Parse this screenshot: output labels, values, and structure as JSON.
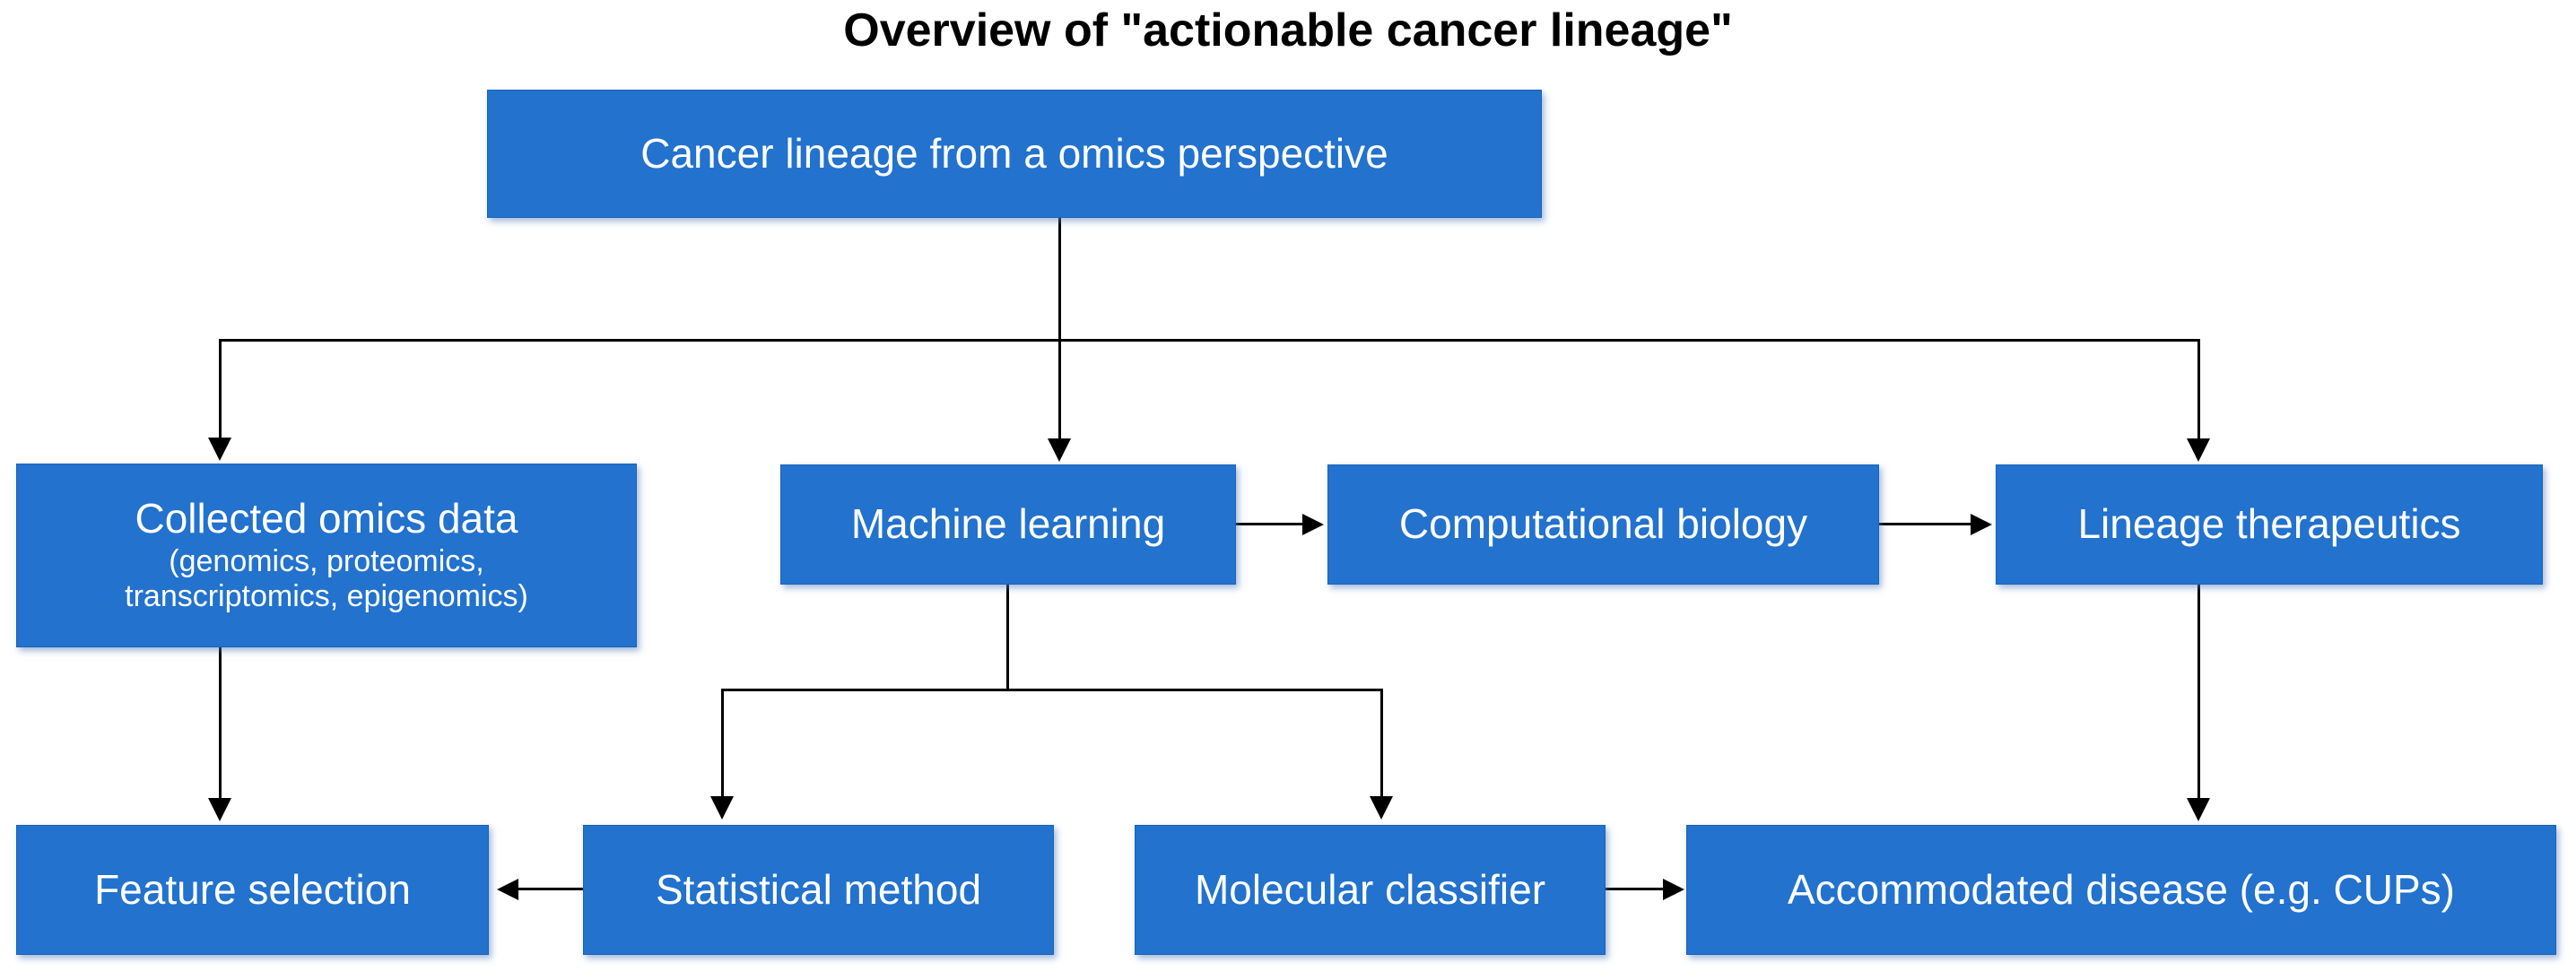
{
  "title": "Overview of \"actionable cancer lineage\"",
  "theme": {
    "node_fill": "#2272ce",
    "node_text": "#ffffff",
    "connector": "#000000",
    "background": "#ffffff",
    "title_color": "#000000"
  },
  "nodes": {
    "root": {
      "label": "Cancer lineage from a omics perspective"
    },
    "omics": {
      "label": "Collected omics data",
      "sub_line_1": "(genomics, proteomics,",
      "sub_line_2": "transcriptomics, epigenomics)"
    },
    "machine_learning": {
      "label": "Machine learning"
    },
    "computational_biology": {
      "label": "Computational biology"
    },
    "lineage_therapeutics": {
      "label": "Lineage therapeutics"
    },
    "feature_selection": {
      "label": "Feature selection"
    },
    "statistical_method": {
      "label": "Statistical method"
    },
    "molecular_classifier": {
      "label": "Molecular classifier"
    },
    "accommodated_disease": {
      "label": "Accommodated disease (e.g. CUPs)"
    }
  },
  "edges": [
    {
      "from": "root",
      "to": "omics",
      "style": "elbow",
      "direction": "down"
    },
    {
      "from": "root",
      "to": "machine_learning",
      "style": "elbow",
      "direction": "down"
    },
    {
      "from": "root",
      "to": "lineage_therapeutics",
      "style": "elbow",
      "direction": "down"
    },
    {
      "from": "machine_learning",
      "to": "computational_biology",
      "style": "straight",
      "direction": "right"
    },
    {
      "from": "computational_biology",
      "to": "lineage_therapeutics",
      "style": "straight",
      "direction": "right"
    },
    {
      "from": "omics",
      "to": "feature_selection",
      "style": "straight",
      "direction": "down"
    },
    {
      "from": "machine_learning",
      "to": "statistical_method",
      "style": "elbow",
      "direction": "down"
    },
    {
      "from": "machine_learning",
      "to": "molecular_classifier",
      "style": "elbow",
      "direction": "down"
    },
    {
      "from": "statistical_method",
      "to": "feature_selection",
      "style": "straight",
      "direction": "left"
    },
    {
      "from": "molecular_classifier",
      "to": "accommodated_disease",
      "style": "straight",
      "direction": "right"
    },
    {
      "from": "lineage_therapeutics",
      "to": "accommodated_disease",
      "style": "straight",
      "direction": "down"
    }
  ]
}
